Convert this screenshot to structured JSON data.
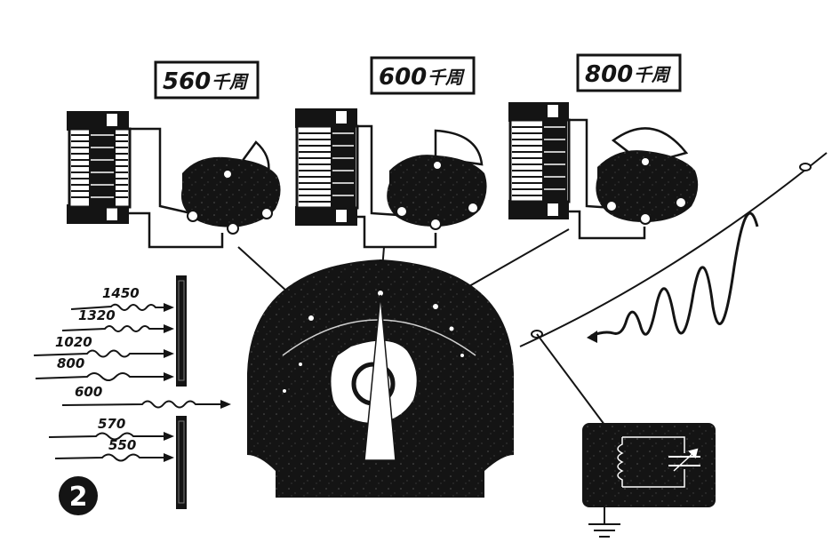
{
  "labels": {
    "coil_left": {
      "value": "560",
      "unit": "千周"
    },
    "coil_mid": {
      "value": "600",
      "unit": "千周"
    },
    "coil_right": {
      "value": "800",
      "unit": "千周"
    }
  },
  "incoming_frequencies": [
    "1450",
    "1320",
    "1020",
    "800",
    "600",
    "570",
    "550"
  ],
  "figure_number": "2",
  "colors": {
    "ink": "#141414",
    "paper": "#ffffff"
  }
}
